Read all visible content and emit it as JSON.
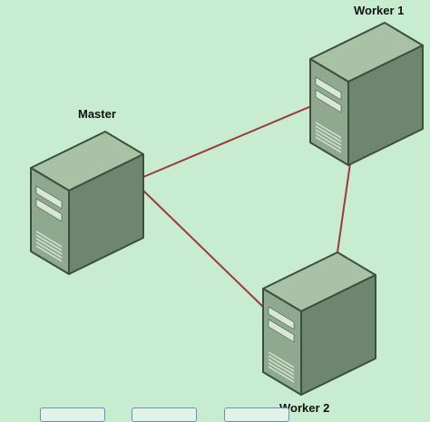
{
  "diagram": {
    "nodes": [
      {
        "id": "master",
        "label": "Master",
        "icon": "server-icon"
      },
      {
        "id": "worker1",
        "label": "Worker 1",
        "icon": "server-icon"
      },
      {
        "id": "worker2",
        "label": "Worker 2",
        "icon": "server-icon"
      }
    ],
    "edges": [
      {
        "from": "master",
        "to": "worker1"
      },
      {
        "from": "master",
        "to": "worker2"
      },
      {
        "from": "worker1",
        "to": "worker2"
      }
    ],
    "colors": {
      "background": "#c8ecd0",
      "edge": "#9b3a3a",
      "server_front": "#8ea98e",
      "server_side": "#6d866d",
      "server_top": "#a9c2a6",
      "server_outline": "#3e4e3e",
      "server_detail": "#d9e8d6"
    }
  }
}
